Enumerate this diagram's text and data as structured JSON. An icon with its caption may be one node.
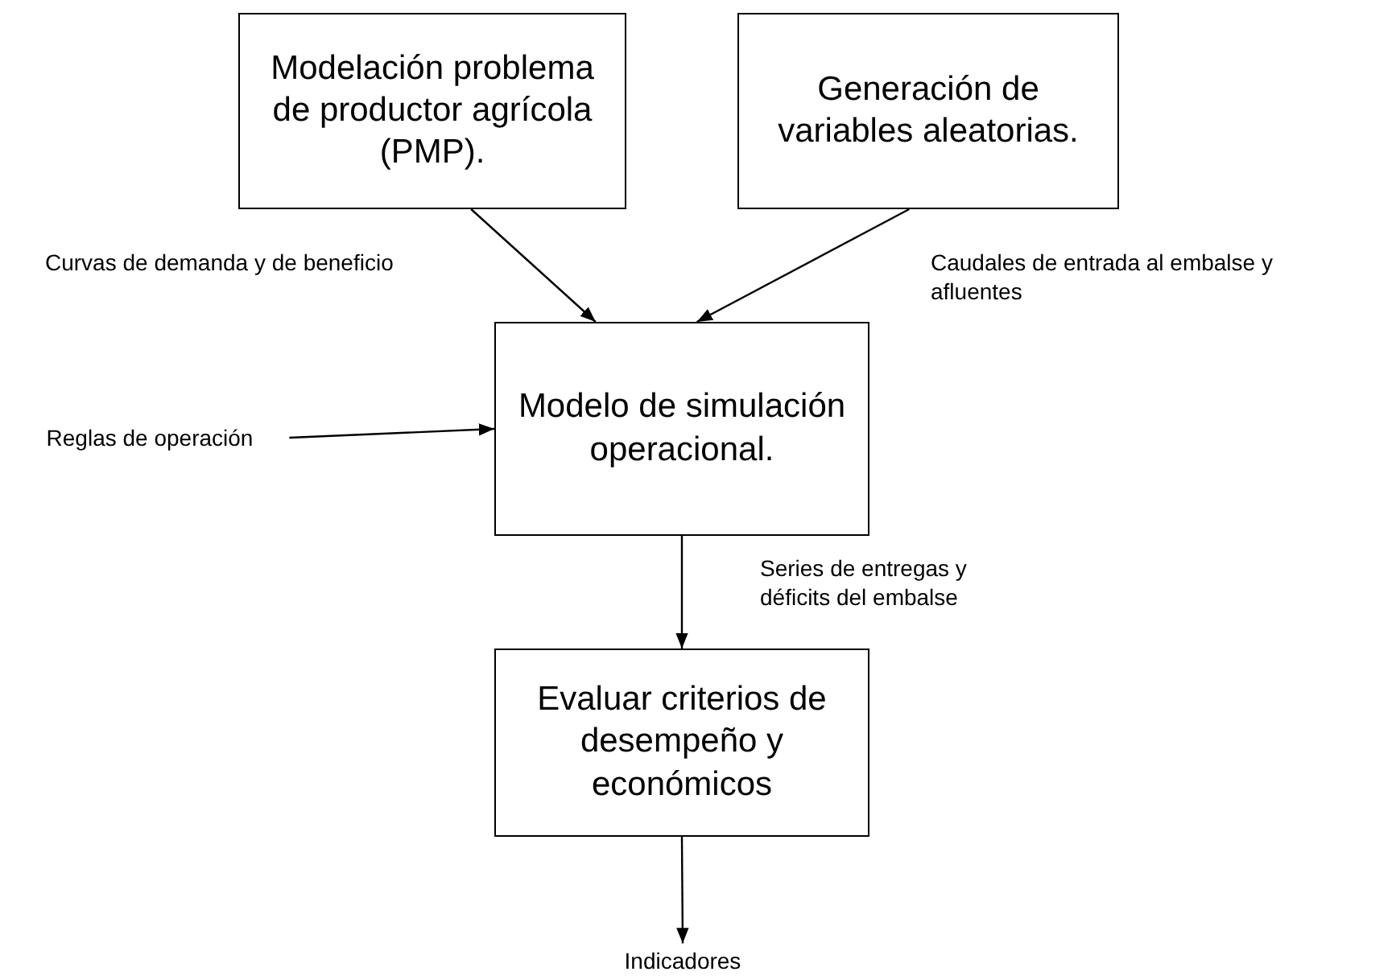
{
  "diagram": {
    "nodes": [
      {
        "text": [
          "Modelación problema de productor agrícola (PMP)."
        ]
      },
      {
        "text": [
          "Generación de variables aleatorias."
        ]
      },
      {
        "text": [
          "Modelo de simulación operacional."
        ]
      },
      {
        "text": [
          "Evaluar criterios de desempeño y económicos"
        ]
      },
      {
        "text": [
          "Reglas de operación"
        ]
      },
      {
        "text": [
          "Indicadores"
        ]
      }
    ],
    "edges": [
      {
        "from": 0,
        "to": 2,
        "arrow": "to",
        "label": "Curvas de demanda y de beneficio"
      },
      {
        "from": 1,
        "to": 2,
        "arrow": "to",
        "label": "Caudales de entrada al embalse y afluentes"
      },
      {
        "from": 4,
        "to": 2,
        "arrow": "to"
      },
      {
        "from": 2,
        "to": 3,
        "arrow": "to",
        "label": "Series de entregas y déficits del embalse"
      },
      {
        "from": 3,
        "to": 5,
        "arrow": "to"
      }
    ]
  }
}
